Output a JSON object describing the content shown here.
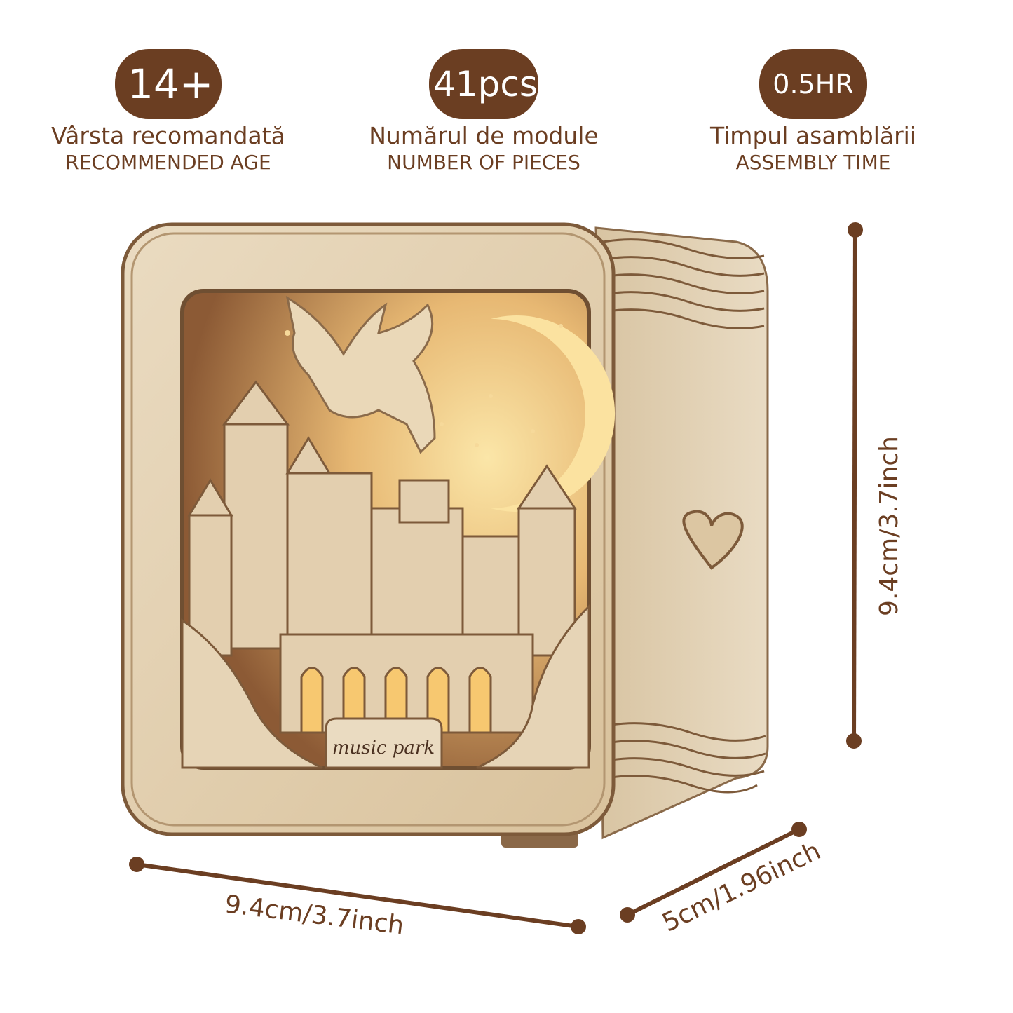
{
  "specs": {
    "age": {
      "value": "14+",
      "label_ro": "Vârsta recomandată",
      "label_en": "RECOMMENDED AGE"
    },
    "pieces": {
      "value": "41pcs",
      "label_ro": "Numărul de module",
      "label_en": "NUMBER OF PIECES"
    },
    "time": {
      "value": "0.5HR",
      "label_ro": "Timpul asamblării",
      "label_en": "ASSEMBLY TIME"
    }
  },
  "product": {
    "plaque_text": "music park"
  },
  "dimensions": {
    "width": "9.4cm/3.7inch",
    "depth": "5cm/1.96inch",
    "height": "9.4cm/3.7inch"
  },
  "colors": {
    "accent": "#6b3e22",
    "wood": "#e6d3b3",
    "glow": "#f7c870"
  }
}
